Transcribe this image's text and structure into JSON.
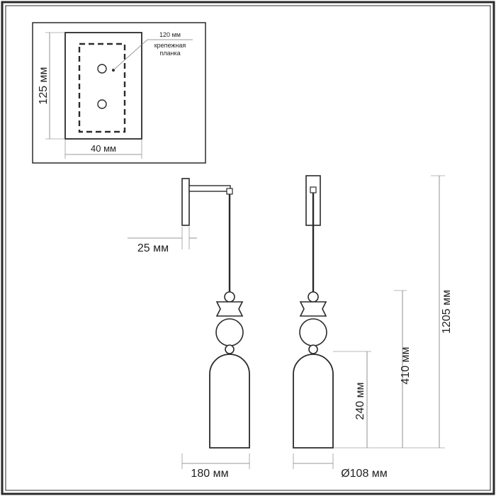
{
  "colors": {
    "line": "#2a2a2a",
    "fill": "#ffffff",
    "dim": "#777777"
  },
  "detail": {
    "height_label": "125 мм",
    "width_label": "40 мм",
    "depth_label": "120 мм",
    "plate_label_line1": "крепежная",
    "plate_label_line2": "планка"
  },
  "side_view": {
    "wall_offset_label": "25 мм",
    "projection_label": "180 мм"
  },
  "front_view": {
    "diameter_label": "Ø108 мм",
    "shade_height_label": "240 мм",
    "body_height_label": "410 мм",
    "total_height_label": "1205 мм"
  }
}
